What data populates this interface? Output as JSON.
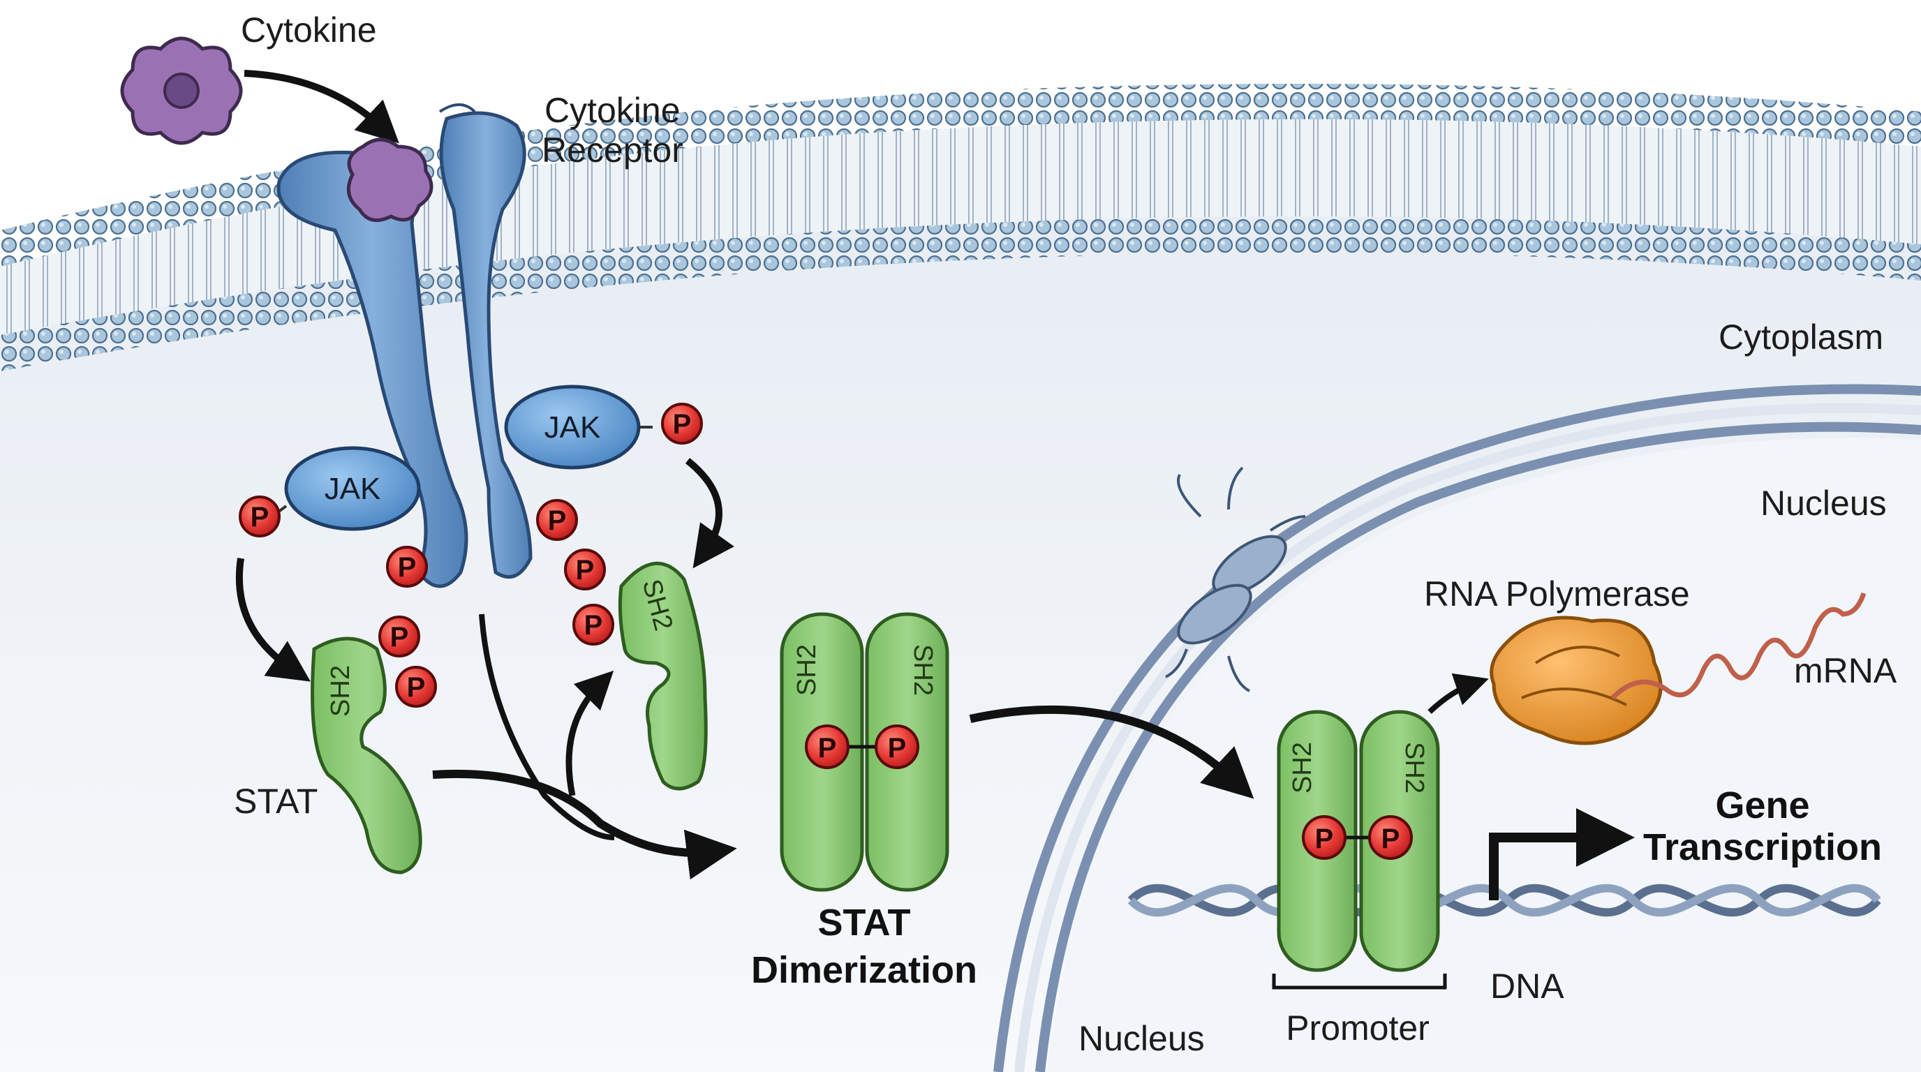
{
  "labels": {
    "cytokine": "Cytokine",
    "receptor_line1": "Cytokine",
    "receptor_line2": "Receptor",
    "cytoplasm": "Cytoplasm",
    "nucleus_upper": "Nucleus",
    "nucleus_lower": "Nucleus",
    "rna_polymerase": "RNA Polymerase",
    "mrna": "mRNA",
    "gene_transcription_line1": "Gene",
    "gene_transcription_line2": "Transcription",
    "dna": "DNA",
    "promoter": "Promoter",
    "stat": "STAT",
    "stat_dimerization_line1": "STAT",
    "stat_dimerization_line2": "Dimerization",
    "jak": "JAK",
    "phosphate": "P",
    "sh2": "SH2"
  },
  "colors": {
    "membrane_head": "#a9c6dc",
    "receptor": "#6f9ccd",
    "jak": "#5f9fd8",
    "phosphate": "#e53935",
    "stat": "#8cc874",
    "cytokine": "#9a72b4",
    "polymerase": "#f0a040",
    "mrna": "#c0604a",
    "nucleus": "#8fa3c1",
    "cytoplasm": "#eef2f7"
  }
}
